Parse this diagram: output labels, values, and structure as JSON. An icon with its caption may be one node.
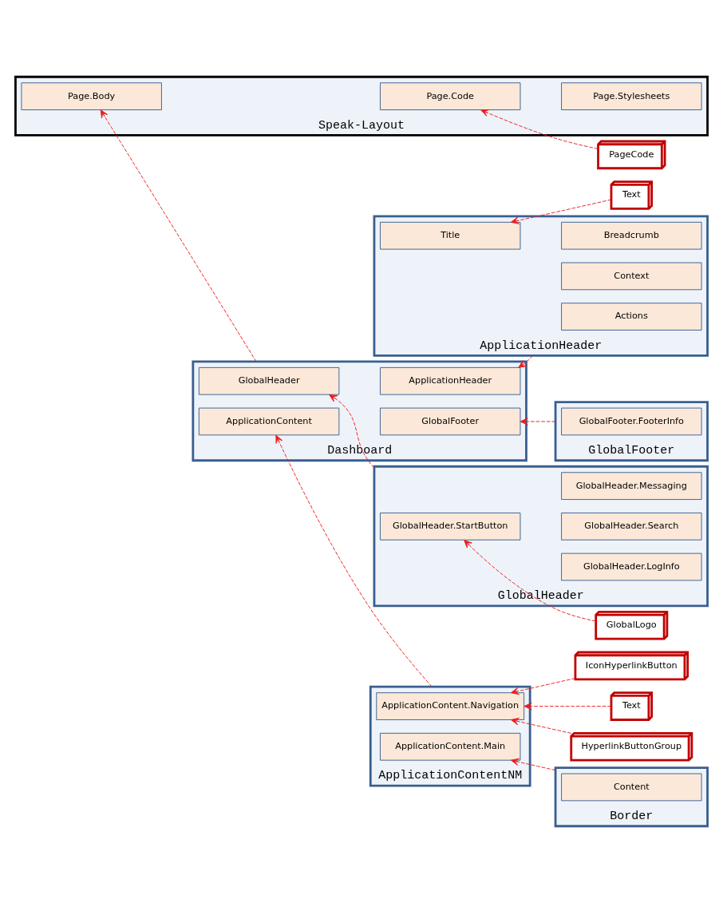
{
  "diagram": {
    "nodes": [
      {
        "text": [
          "Speak-Layout"
        ]
      },
      {
        "text": [
          "Page.Stylesheets"
        ],
        "in": 0
      },
      {
        "text": [
          "Page.Code"
        ],
        "in": 0
      },
      {
        "text": [
          "Page.Body"
        ],
        "in": 0
      },
      {
        "text": [
          "PageCode"
        ]
      },
      {
        "text": [
          "Dashboard"
        ]
      },
      {
        "text": [
          "GlobalHeader"
        ],
        "in": 5
      },
      {
        "text": [
          "ApplicationHeader"
        ],
        "in": 5
      },
      {
        "text": [
          "ApplicationContent"
        ],
        "in": 5
      },
      {
        "text": [
          "GlobalFooter"
        ],
        "in": 5
      },
      {
        "text": [
          "GlobalHeader"
        ]
      },
      {
        "text": [
          "GlobalHeader.StartButton"
        ],
        "in": 10
      },
      {
        "text": [
          "GlobalHeader.Messaging"
        ],
        "in": 10
      },
      {
        "text": [
          "GlobalHeader.Search"
        ],
        "in": 10
      },
      {
        "text": [
          "GlobalHeader.LogInfo"
        ],
        "in": 10
      },
      {
        "text": [
          "GlobalLogo"
        ]
      },
      {
        "text": [
          "ApplicationHeader"
        ]
      },
      {
        "text": [
          "Breadcrumb"
        ],
        "in": 16
      },
      {
        "text": [
          "Context"
        ],
        "in": 16
      },
      {
        "text": [
          "Title"
        ],
        "in": 16
      },
      {
        "text": [
          "Actions"
        ],
        "in": 16
      },
      {
        "text": [
          "Text"
        ]
      },
      {
        "text": [
          "IconHyperlinkButton"
        ]
      },
      {
        "text": [
          "ApplicationContentNM"
        ]
      },
      {
        "text": [
          "ApplicationContent.Navigation"
        ],
        "in": 23
      },
      {
        "text": [
          "ApplicationContent.Main"
        ],
        "in": 23
      },
      {
        "text": [
          "Text"
        ]
      },
      {
        "text": [
          "HyperlinkButtonGroup"
        ]
      },
      {
        "text": [
          "GlobalFooter"
        ]
      },
      {
        "text": [
          "GlobalFooter.FooterInfo"
        ],
        "in": 28
      },
      {
        "text": [
          "Border"
        ]
      },
      {
        "text": [
          "Content"
        ],
        "in": 30
      }
    ],
    "edges": [
      {
        "from": 4,
        "to": 2,
        "arrow": "to",
        "style": "dashed"
      },
      {
        "from": 5,
        "to": 3,
        "arrow": "to",
        "style": "dashed"
      },
      {
        "from": 10,
        "to": 6,
        "arrow": "to",
        "style": "dashed"
      },
      {
        "from": 15,
        "to": 11,
        "arrow": "to",
        "style": "dashed"
      },
      {
        "from": 16,
        "to": 7,
        "arrow": "to",
        "style": "dashed"
      },
      {
        "from": 21,
        "to": 19,
        "arrow": "to",
        "style": "dashed"
      },
      {
        "from": 23,
        "to": 8,
        "arrow": "to",
        "style": "dashed"
      },
      {
        "from": 22,
        "to": 24,
        "arrow": "to",
        "style": "dashed"
      },
      {
        "from": 26,
        "to": 24,
        "arrow": "to",
        "style": "dashed"
      },
      {
        "from": 27,
        "to": 24,
        "arrow": "to",
        "style": "dashed"
      },
      {
        "from": 30,
        "to": 25,
        "arrow": "to",
        "style": "dashed"
      },
      {
        "from": 28,
        "to": 9,
        "arrow": "to",
        "style": "dashed"
      }
    ]
  }
}
